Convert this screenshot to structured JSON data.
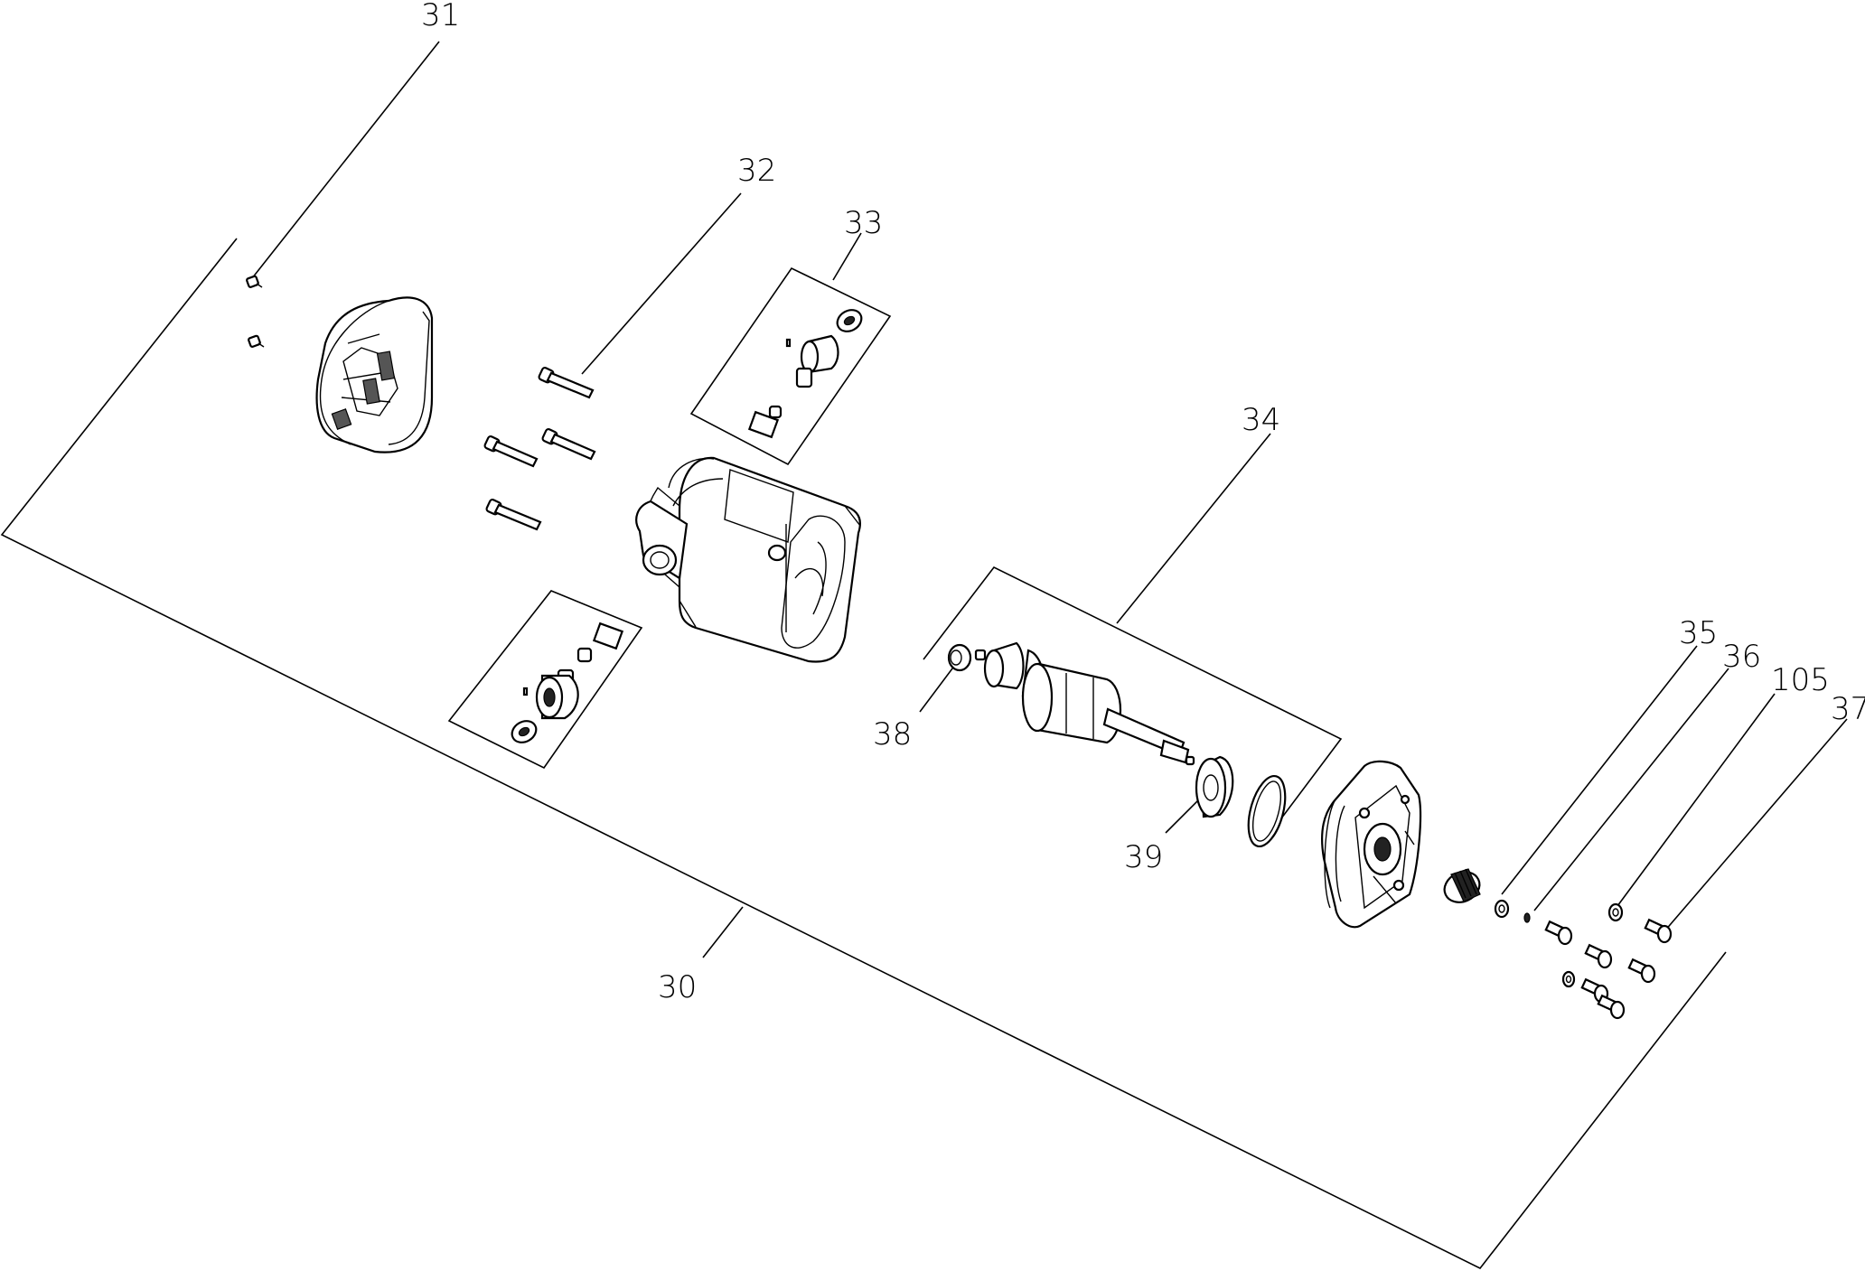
{
  "labels": {
    "l30": "30",
    "l31": "31",
    "l32": "32",
    "l33": "33",
    "l34": "34",
    "l35": "35",
    "l36": "36",
    "l105": "105",
    "l37": "37",
    "l38": "38",
    "l39": "39"
  }
}
